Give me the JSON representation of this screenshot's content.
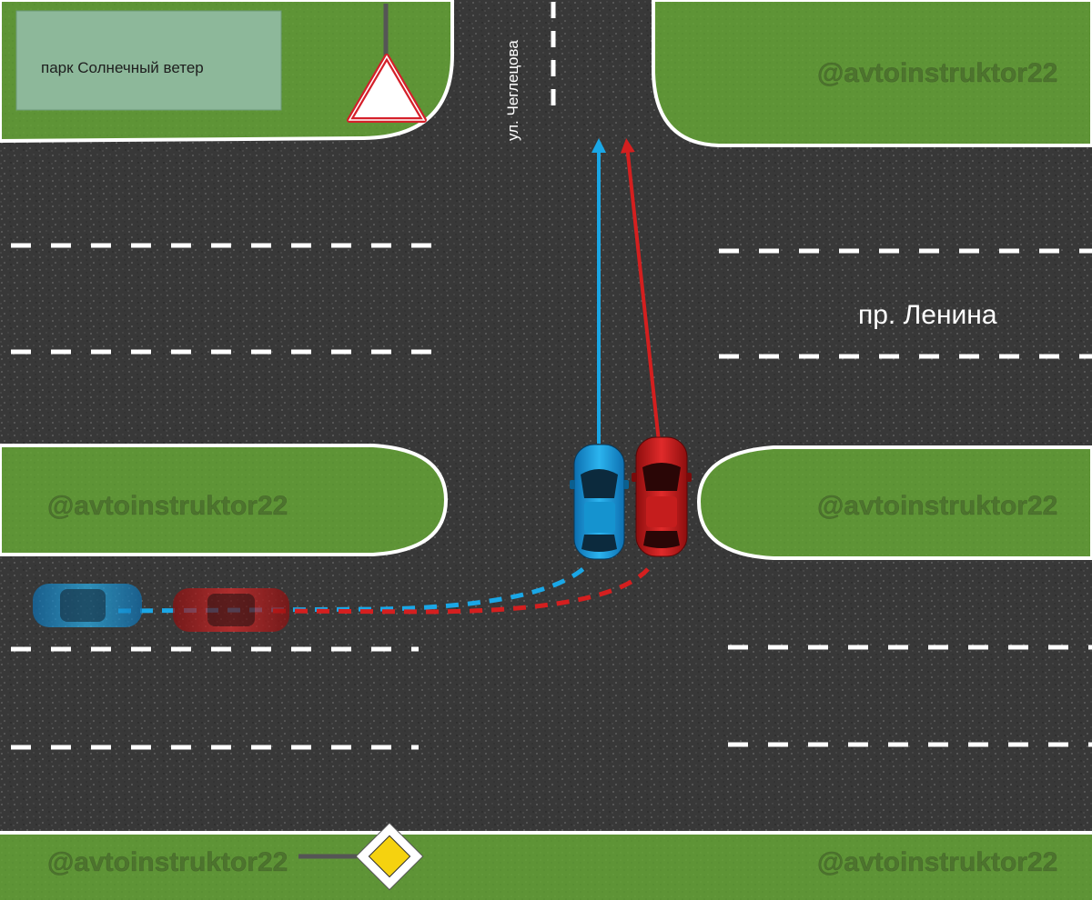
{
  "labels": {
    "park": "парк Солнечный ветер",
    "street_vertical": "ул. Чеглецова",
    "avenue": "пр. Ленина"
  },
  "watermarks": [
    "@avtoinstruktor22",
    "@avtoinstruktor22",
    "@avtoinstruktor22",
    "@avtoinstruktor22",
    "@avtoinstruktor22"
  ],
  "signs": {
    "yield": "yield-sign-icon",
    "priority_road": "priority-road-sign-icon"
  },
  "vehicles": [
    {
      "id": "blue-car",
      "color": "#1aa7e6",
      "state": "turned",
      "path": "left-turn"
    },
    {
      "id": "red-car",
      "color": "#d41f1f",
      "state": "turned",
      "path": "left-turn"
    },
    {
      "id": "blue-car-ghost",
      "color": "#1aa7e6",
      "state": "start"
    },
    {
      "id": "red-car-ghost",
      "color": "#d41f1f",
      "state": "start"
    }
  ],
  "colors": {
    "asphalt": "#3b3b3b",
    "grass": "#5e9436",
    "curb": "#ffffff",
    "park_fill": "#8db89a",
    "blue_path": "#1aa7e6",
    "red_path": "#d41f1f"
  }
}
